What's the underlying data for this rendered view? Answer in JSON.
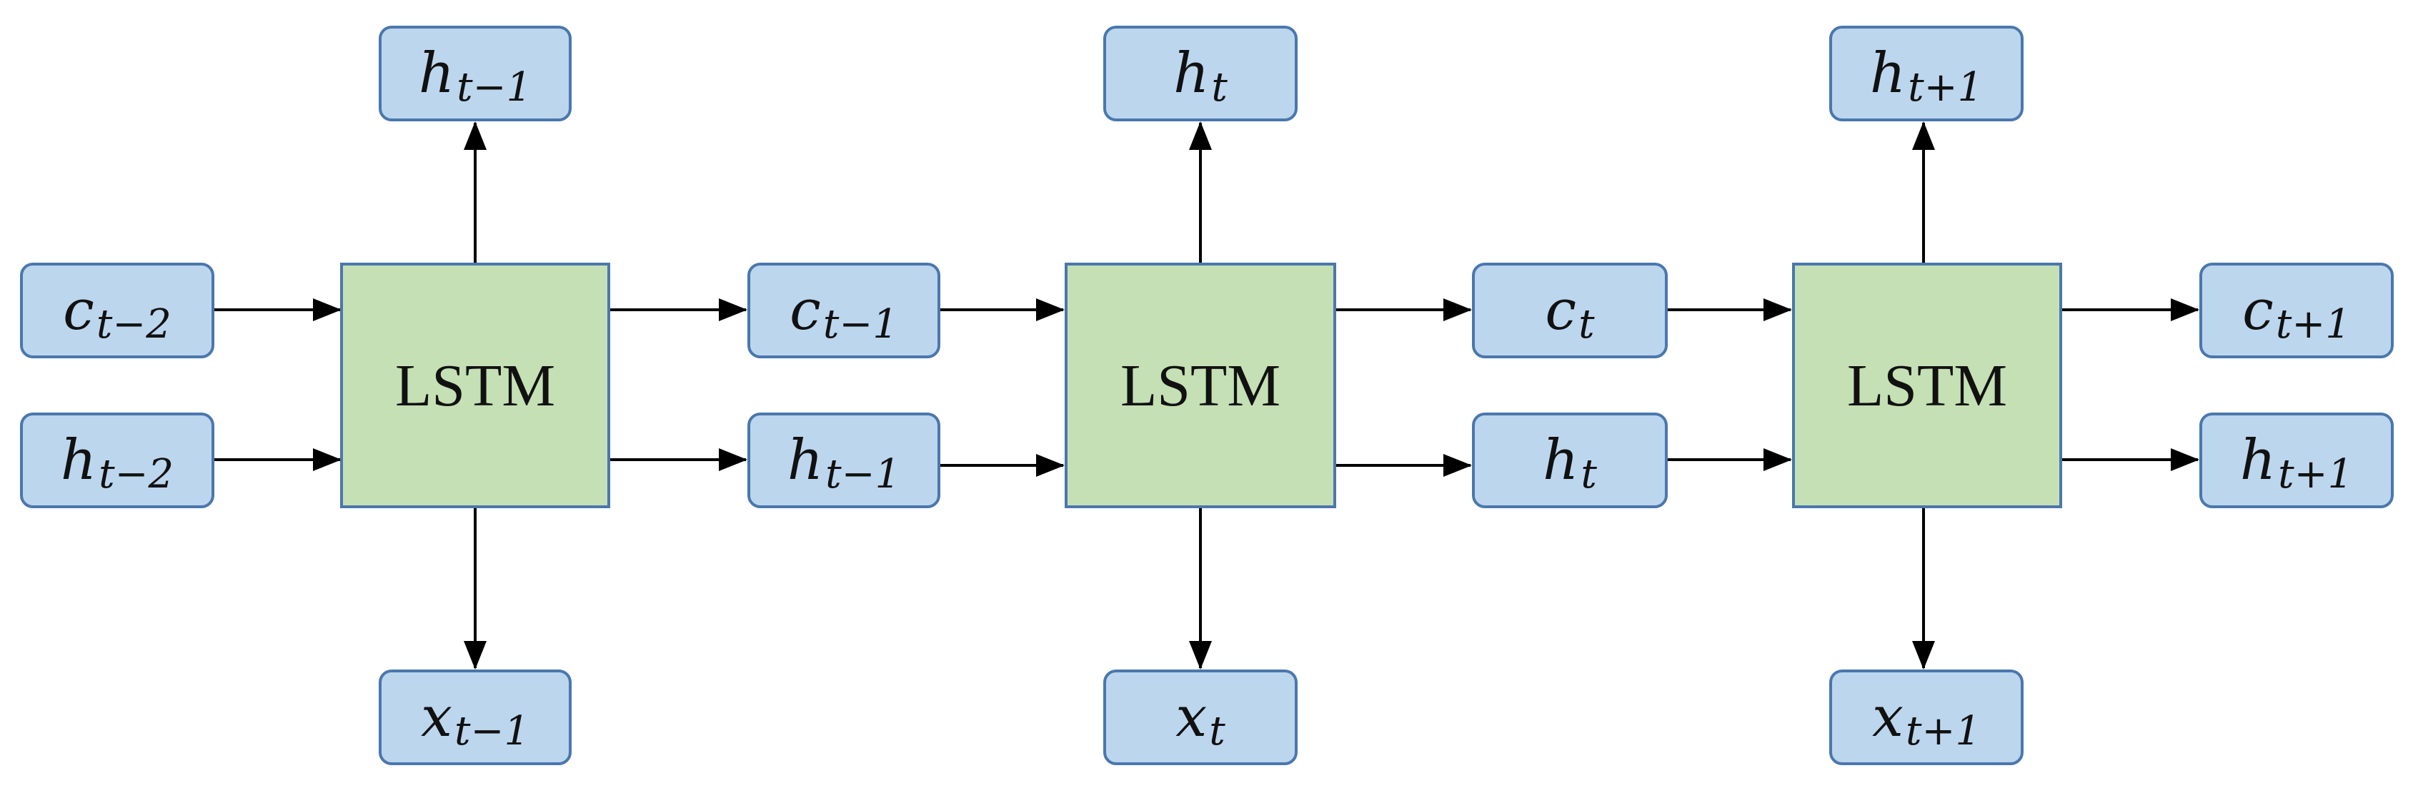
{
  "diagram": {
    "colors": {
      "node_fill": "#bcd6ee",
      "node_border": "#4a77ad",
      "cell_fill": "#c5e0b4",
      "arrow": "#000000"
    },
    "cells": [
      {
        "label": "LSTM"
      },
      {
        "label": "LSTM"
      },
      {
        "label": "LSTM"
      }
    ],
    "nodes": {
      "c_t_minus_2": {
        "base": "c",
        "sub": "t−2"
      },
      "h_t_minus_2": {
        "base": "h",
        "sub": "t−2"
      },
      "c_t_minus_1": {
        "base": "c",
        "sub": "t−1"
      },
      "h_t_minus_1_mid": {
        "base": "h",
        "sub": "t−1"
      },
      "c_t": {
        "base": "c",
        "sub": "t"
      },
      "h_t_mid": {
        "base": "h",
        "sub": "t"
      },
      "c_t_plus_1": {
        "base": "c",
        "sub": "t+1"
      },
      "h_t_plus_1_right": {
        "base": "h",
        "sub": "t+1"
      },
      "h_t_minus_1_top": {
        "base": "h",
        "sub": "t−1"
      },
      "h_t_top": {
        "base": "h",
        "sub": "t"
      },
      "h_t_plus_1_top": {
        "base": "h",
        "sub": "t+1"
      },
      "x_t_minus_1": {
        "base": "x",
        "sub": "t−1"
      },
      "x_t": {
        "base": "x",
        "sub": "t"
      },
      "x_t_plus_1": {
        "base": "x",
        "sub": "t+1"
      }
    }
  }
}
